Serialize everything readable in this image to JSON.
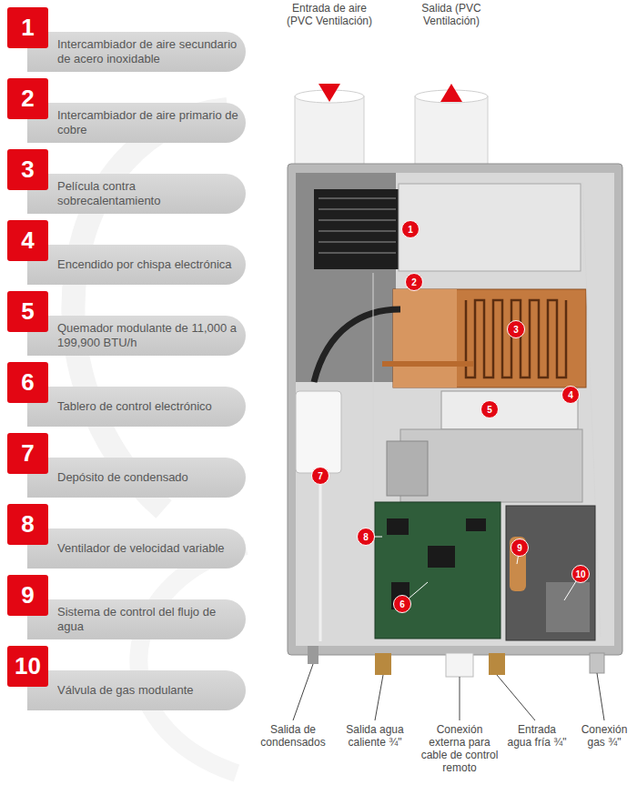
{
  "diagram": {
    "nodes": [
      {
        "text": [
          "1"
        ]
      },
      {
        "text": [
          "Intercambiador de aire secundario de acero inoxidable"
        ]
      },
      {
        "text": [
          "2"
        ]
      },
      {
        "text": [
          "Intercambiador de aire primario de cobre"
        ]
      },
      {
        "text": [
          "3"
        ]
      },
      {
        "text": [
          "Película contra sobrecalentamiento"
        ]
      },
      {
        "text": [
          "4"
        ]
      },
      {
        "text": [
          "Encendido por chispa electrónica"
        ]
      },
      {
        "text": [
          "5"
        ]
      },
      {
        "text": [
          "Quemador modulante de 11,000 a 199,900 BTU/h"
        ]
      },
      {
        "text": [
          "6"
        ]
      },
      {
        "text": [
          "Tablero de control electrónico"
        ]
      },
      {
        "text": [
          "7"
        ]
      },
      {
        "text": [
          "Depósito de condensado"
        ]
      },
      {
        "text": [
          "8"
        ]
      },
      {
        "text": [
          "Ventilador de velocidad variable"
        ]
      },
      {
        "text": [
          "9"
        ]
      },
      {
        "text": [
          "Sistema de control del flujo de agua"
        ]
      },
      {
        "text": [
          "10"
        ]
      },
      {
        "text": [
          "Válvula de gas modulante"
        ]
      },
      {
        "text": [
          "1"
        ]
      },
      {
        "text": [
          "2"
        ]
      },
      {
        "text": [
          "3"
        ]
      },
      {
        "text": [
          "4"
        ]
      },
      {
        "text": [
          "5"
        ]
      },
      {
        "text": [
          "6"
        ]
      },
      {
        "text": [
          "7"
        ]
      },
      {
        "text": [
          "8"
        ]
      },
      {
        "text": [
          "9"
        ]
      },
      {
        "text": [
          "10"
        ]
      }
    ],
    "labels": [
      "Entrada de aire (PVC Ventilación)",
      "Salida (PVC Ventilación)",
      "Salida de condensados",
      "Salida agua caliente ¾\"",
      "Conexión externa para cable de control remoto",
      "Entrada agua fría ¾\"",
      "Conexión gas ¾\""
    ]
  }
}
